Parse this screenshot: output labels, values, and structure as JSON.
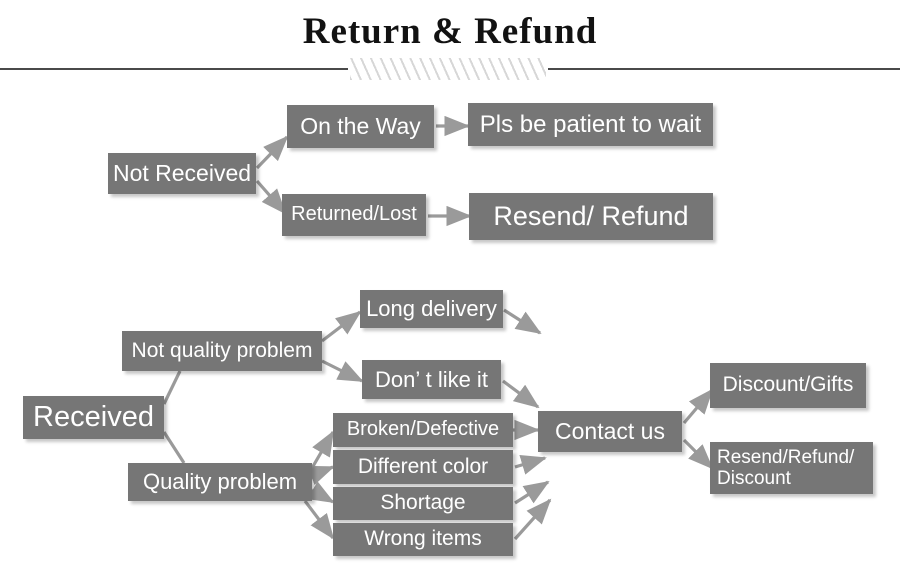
{
  "header": {
    "title": "Return & Refund",
    "divider_icon": "hatched-divider-icon"
  },
  "diagram": {
    "type": "flowchart",
    "node_fill_color": "#767676",
    "node_text_color": "#ffffff",
    "arrow_color": "#9a9a9a",
    "nodes": {
      "not_received": "Not Received",
      "on_the_way": "On the Way",
      "pls_wait": "Pls be patient to wait",
      "returned_lost": "Returned/Lost",
      "resend_refund": "Resend/ Refund",
      "received": "Received",
      "not_quality_problem": "Not quality problem",
      "quality_problem": "Quality problem",
      "long_delivery": "Long delivery",
      "dont_like_it": "Don’  t like it",
      "broken_defective": "Broken/Defective",
      "different_color": "Different color",
      "shortage": "Shortage",
      "wrong_items": "Wrong items",
      "contact_us": "Contact us",
      "discount_gifts": "Discount/Gifts",
      "resend_refund_discount": "Resend/Refund/\nDiscount"
    },
    "edges": [
      {
        "from": "not_received",
        "to": "on_the_way"
      },
      {
        "from": "not_received",
        "to": "returned_lost"
      },
      {
        "from": "on_the_way",
        "to": "pls_wait"
      },
      {
        "from": "returned_lost",
        "to": "resend_refund"
      },
      {
        "from": "received",
        "to": "not_quality_problem"
      },
      {
        "from": "received",
        "to": "quality_problem"
      },
      {
        "from": "not_quality_problem",
        "to": "long_delivery"
      },
      {
        "from": "not_quality_problem",
        "to": "dont_like_it"
      },
      {
        "from": "quality_problem",
        "to": "broken_defective"
      },
      {
        "from": "quality_problem",
        "to": "different_color"
      },
      {
        "from": "quality_problem",
        "to": "shortage"
      },
      {
        "from": "quality_problem",
        "to": "wrong_items"
      },
      {
        "from": "long_delivery",
        "to": "contact_us"
      },
      {
        "from": "dont_like_it",
        "to": "contact_us"
      },
      {
        "from": "broken_defective",
        "to": "contact_us"
      },
      {
        "from": "different_color",
        "to": "contact_us"
      },
      {
        "from": "shortage",
        "to": "contact_us"
      },
      {
        "from": "wrong_items",
        "to": "contact_us"
      },
      {
        "from": "contact_us",
        "to": "discount_gifts"
      },
      {
        "from": "contact_us",
        "to": "resend_refund_discount"
      }
    ]
  }
}
